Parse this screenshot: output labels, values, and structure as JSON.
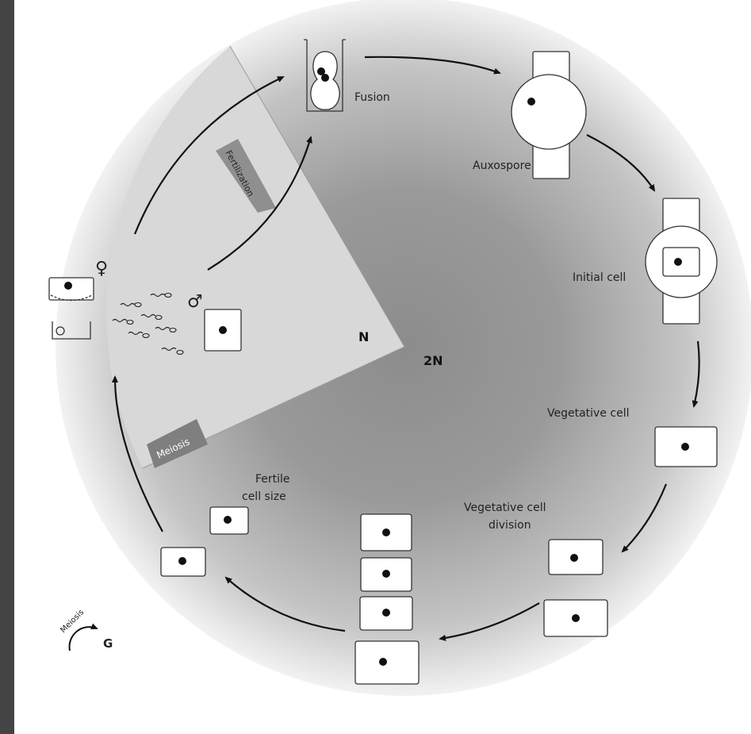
{
  "labels": {
    "fusion": "Fusion",
    "auxospore": "Auxospore",
    "initial_cell": "Initial cell",
    "vegetative_cell": "Vegetative cell",
    "vegetative_division_line1": "Vegetative cell",
    "vegetative_division_line2": "division",
    "fertile_line1": "Fertile",
    "fertile_line2": "cell size",
    "fertilization": "Fertilization",
    "meiosis": "Meiosis",
    "haploid": "N",
    "diploid": "2N",
    "female": "♀",
    "male": "♂"
  },
  "legend": {
    "meiosis": "Meiosis",
    "g": "G"
  },
  "colors": {
    "frame": "#444444",
    "panel": "#ffffff",
    "haploid_sector": "#d6d6d6",
    "diploid_center": "#8e8e8e",
    "stroke": "#111111"
  }
}
